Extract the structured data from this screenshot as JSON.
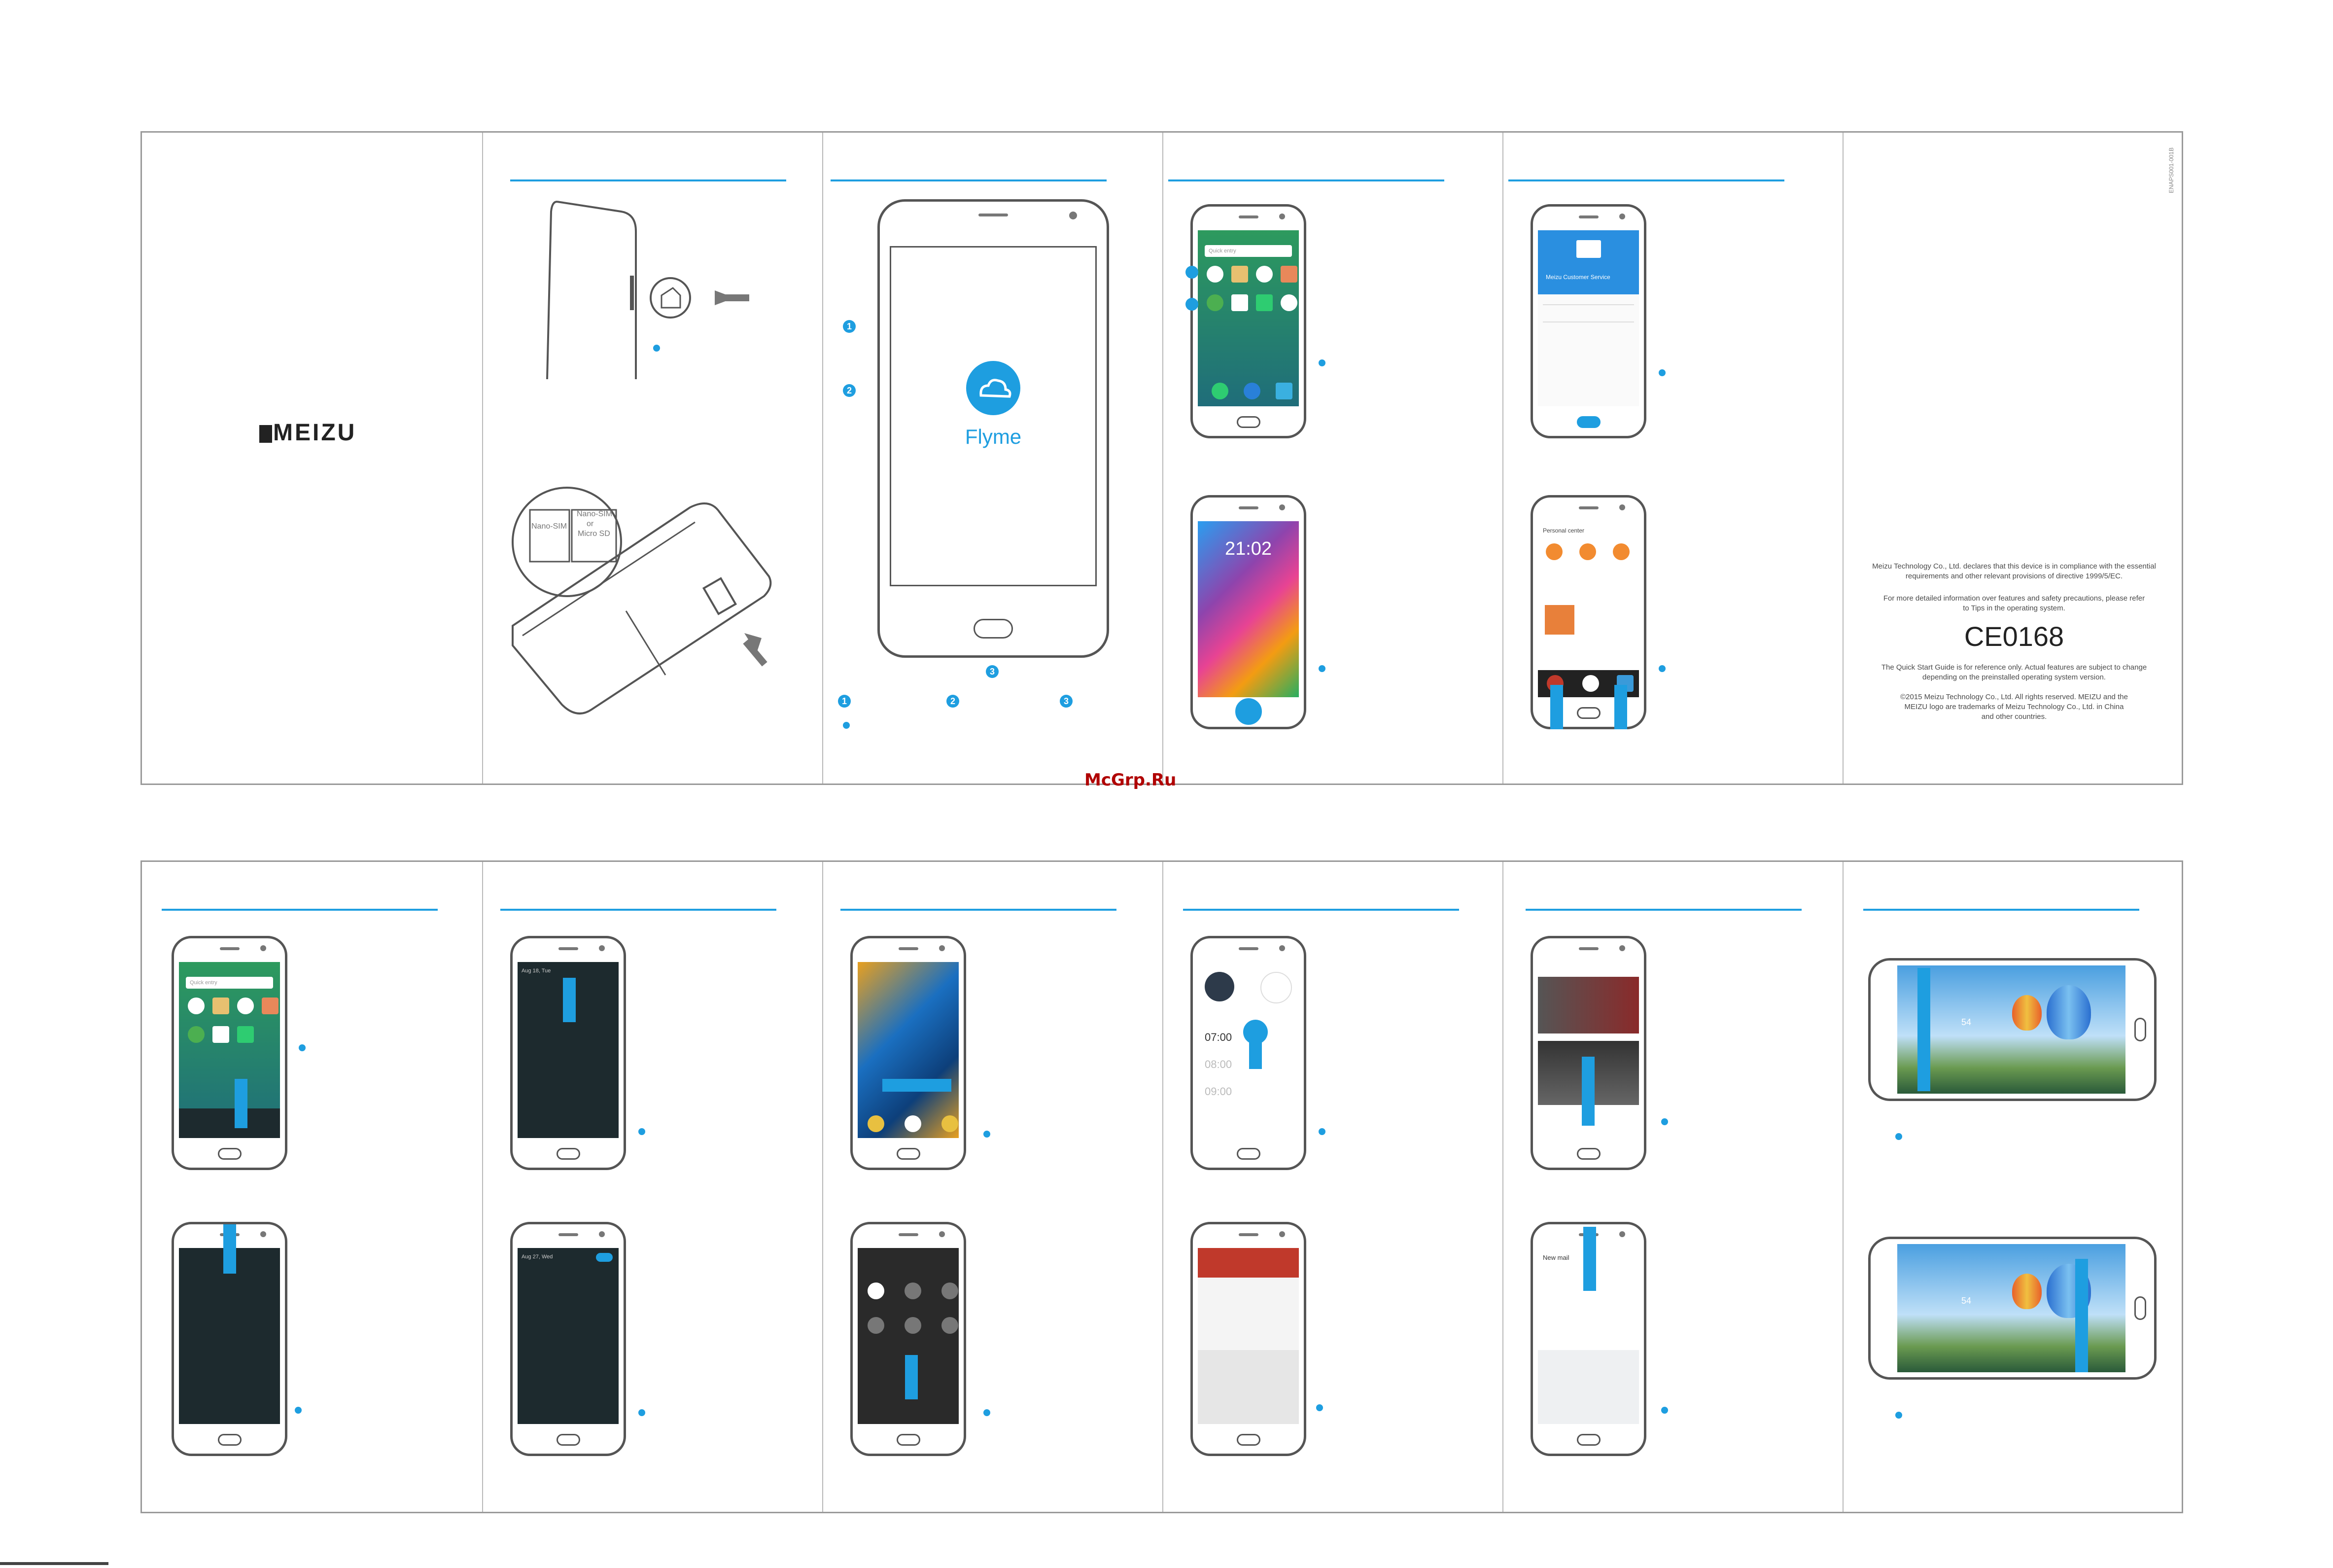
{
  "brand": {
    "logo_text": "MEIZU"
  },
  "watermark": "McGrp.Ru",
  "sim_tray": {
    "label_left": "Nano-SIM",
    "label_right_1": "Nano-SIM",
    "label_right_2": "or",
    "label_right_3": "Micro SD"
  },
  "flyme": {
    "label": "Flyme"
  },
  "numbers": [
    "1",
    "2",
    "3"
  ],
  "doc_code": "ENAPS001-001B",
  "legal": {
    "declaration": "Meizu Technology Co., Ltd. declares that this device is in compliance with the essential requirements and other relevant provisions of directive 1999/5/EC.",
    "details": "For more detailed information over features and safety precautions, please refer to Tips in the operating system.",
    "ce_mark": "CE0168",
    "reference": "The Quick Start Guide is for reference only. Actual features are subject to change depending on the preinstalled operating system version.",
    "copyright": "©2015 Meizu Technology Co., Ltd. All rights reserved. MEIZU and the MEIZU logo are trademarks of Meizu Technology Co., Ltd. in China and other countries."
  },
  "screens": {
    "home_search": "Quick entry",
    "lock_time": "21:02",
    "service_title": "Meizu Customer Service",
    "music_title": "Personal center",
    "alarm_time_1": "07:00",
    "alarm_time_2": "08:00",
    "alarm_time_3": "09:00",
    "notif_date_1": "Aug 18, Tue",
    "notif_date_2": "Aug 27, Wed",
    "mail_title": "New mail",
    "brightness_value": "54"
  },
  "colors": {
    "accent": "#1e9ee0",
    "border": "#9a9a9a",
    "teal_screen": "#1f8a6e",
    "dark_screen": "#1d2a2e"
  }
}
